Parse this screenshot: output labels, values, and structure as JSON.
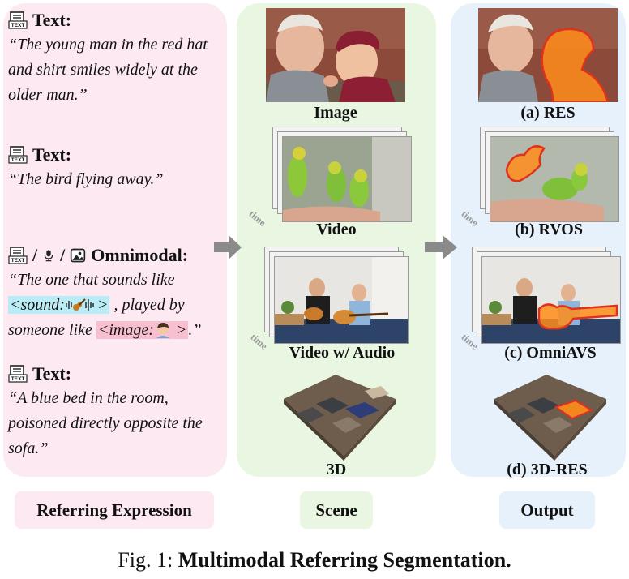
{
  "expressions": [
    {
      "head": "Text:",
      "body": "“The young man in the red hat and shirt smiles widely at the older man.”"
    },
    {
      "head": "Text:",
      "body": "“The bird flying away.”"
    },
    {
      "head": "Omnimodal:",
      "sep1": "/",
      "sep2": "/",
      "line1": "“The one that sounds like",
      "sound_tag": "<sound:",
      "sound_close": ">",
      "mid": " , played by",
      "line3a": "someone like ",
      "image_tag": "<image:",
      "image_close": " >",
      "end": ".”"
    },
    {
      "head": "Text:",
      "body": "“A blue bed in the room, poisoned directly opposite the sofa.”"
    }
  ],
  "scene_captions": [
    "Image",
    "Video",
    "Video w/ Audio",
    "3D"
  ],
  "output_captions": [
    "(a) RES",
    "(b) RVOS",
    "(c) OmniAVS",
    "(d) 3D-RES"
  ],
  "time_label": "time",
  "icon_text_label": "TEXT",
  "bottom_labels": {
    "ref": "Referring Expression",
    "scene": "Scene",
    "out": "Output"
  },
  "figure_caption": {
    "prefix": "Fig. 1: ",
    "title": "Multimodal Referring Segmentation."
  },
  "colors": {
    "pink": "#fde9f1",
    "green": "#e9f6e2",
    "blue": "#e6f1fb",
    "mask": "#ff8c1a",
    "mask_edge": "#e0301e"
  }
}
